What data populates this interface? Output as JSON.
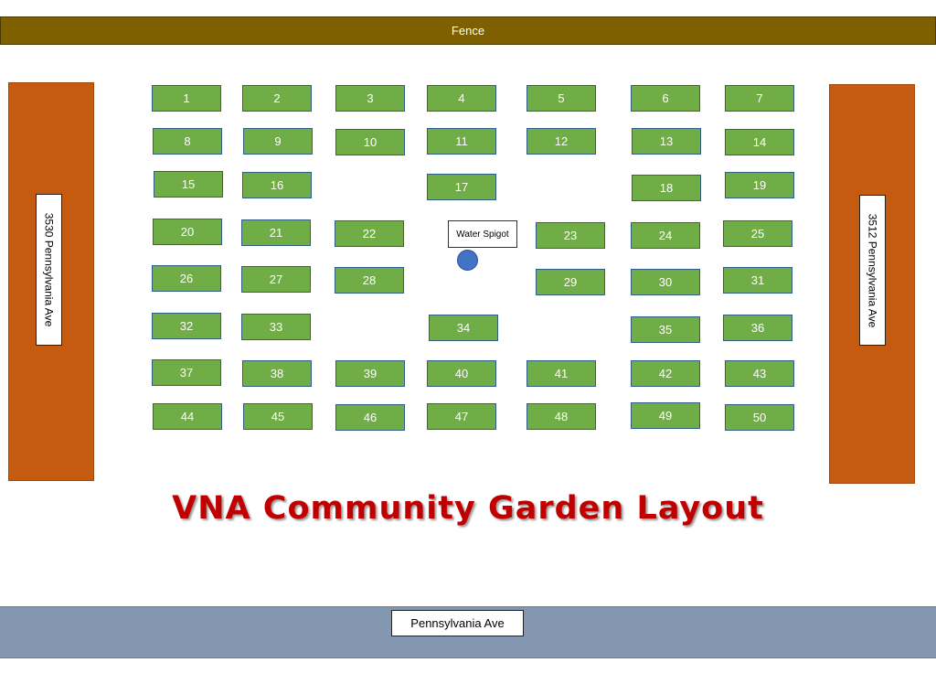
{
  "fence_label": "Fence",
  "left_building_label": "3530 Pennsylvania Ave",
  "right_building_label": "3512 Pennsylvania Ave",
  "spigot_label": "Water Spigot",
  "title": "VNA Community Garden Layout",
  "street_label": "Pennsylvania Ave",
  "plots": [
    "1",
    "2",
    "3",
    "4",
    "5",
    "6",
    "7",
    "8",
    "9",
    "10",
    "11",
    "12",
    "13",
    "14",
    "15",
    "16",
    "17",
    "18",
    "19",
    "20",
    "21",
    "22",
    "23",
    "24",
    "25",
    "26",
    "27",
    "28",
    "29",
    "30",
    "31",
    "32",
    "33",
    "34",
    "35",
    "36",
    "37",
    "38",
    "39",
    "40",
    "41",
    "42",
    "43",
    "44",
    "45",
    "46",
    "47",
    "48",
    "49",
    "50"
  ],
  "colors": {
    "plot": "#70ad47",
    "building": "#c55a11",
    "fence": "#7f6000",
    "street": "#8497b0",
    "title": "#c00000",
    "spigot": "#4472c4"
  }
}
